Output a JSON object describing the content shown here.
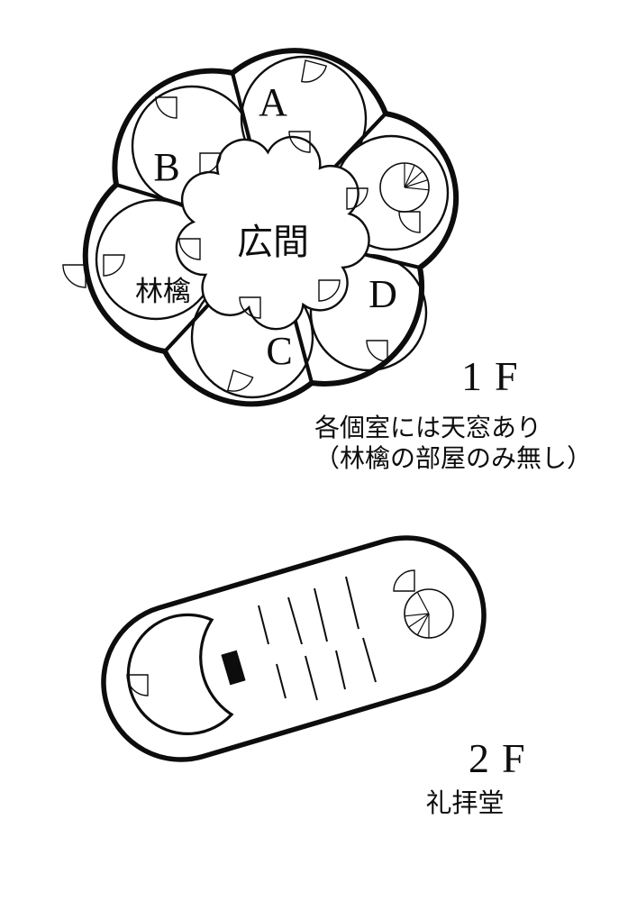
{
  "colors": {
    "ink": "#0d0d0d",
    "paper": "#ffffff"
  },
  "floor1": {
    "floor_label": "1F",
    "hall_label": "広間",
    "room_a_label": "A",
    "room_b_label": "B",
    "room_c_label": "C",
    "room_d_label": "D",
    "room_apple_label": "林檎",
    "note_line1": "各個室には天窓あり",
    "note_line2": "（林檎の部屋のみ無し）"
  },
  "floor2": {
    "floor_label": "2F",
    "room_label": "礼拝堂"
  }
}
